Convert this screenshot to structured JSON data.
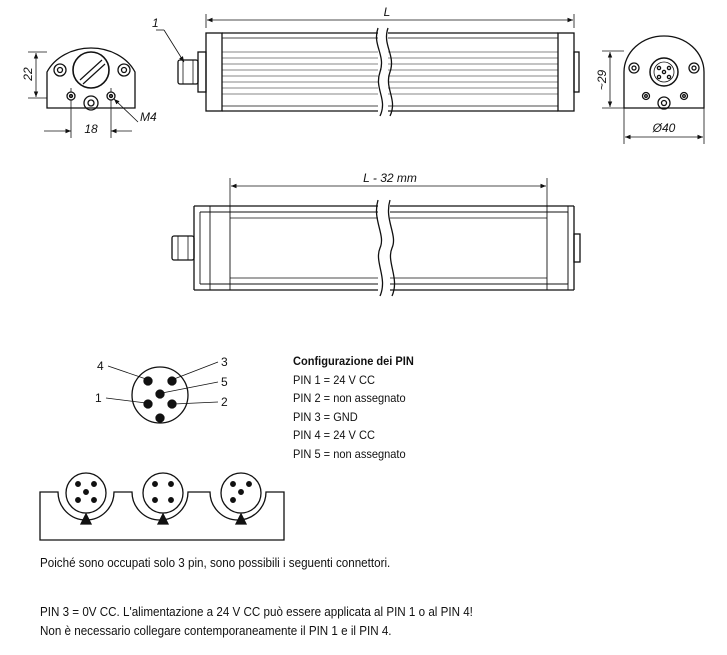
{
  "dimensions": {
    "callout_1": "1",
    "length": "L",
    "height_22": "22",
    "width_18": "18",
    "thread": "M4",
    "height_29": "~29",
    "diameter": "Ø40",
    "mount_length": "L - 32 mm"
  },
  "pin_diagram": {
    "labels": [
      "1",
      "2",
      "3",
      "4",
      "5"
    ]
  },
  "pin_config": {
    "title": "Configurazione dei PIN",
    "lines": [
      "PIN 1 = 24 V CC",
      "PIN 2 = non assegnato",
      "PIN 3 = GND",
      "PIN 4 = 24 V CC",
      "PIN 5 = non assegnato"
    ]
  },
  "notes": {
    "connectors": "Poiché sono occupati solo 3 pin, sono possibili i seguenti connettori.",
    "power_1": "PIN 3 = 0V CC. L'alimentazione a 24 V CC può essere applicata al PIN 1 o al PIN 4!",
    "power_2": "Non è necessario collegare contemporaneamente il PIN 1 e il PIN 4."
  }
}
